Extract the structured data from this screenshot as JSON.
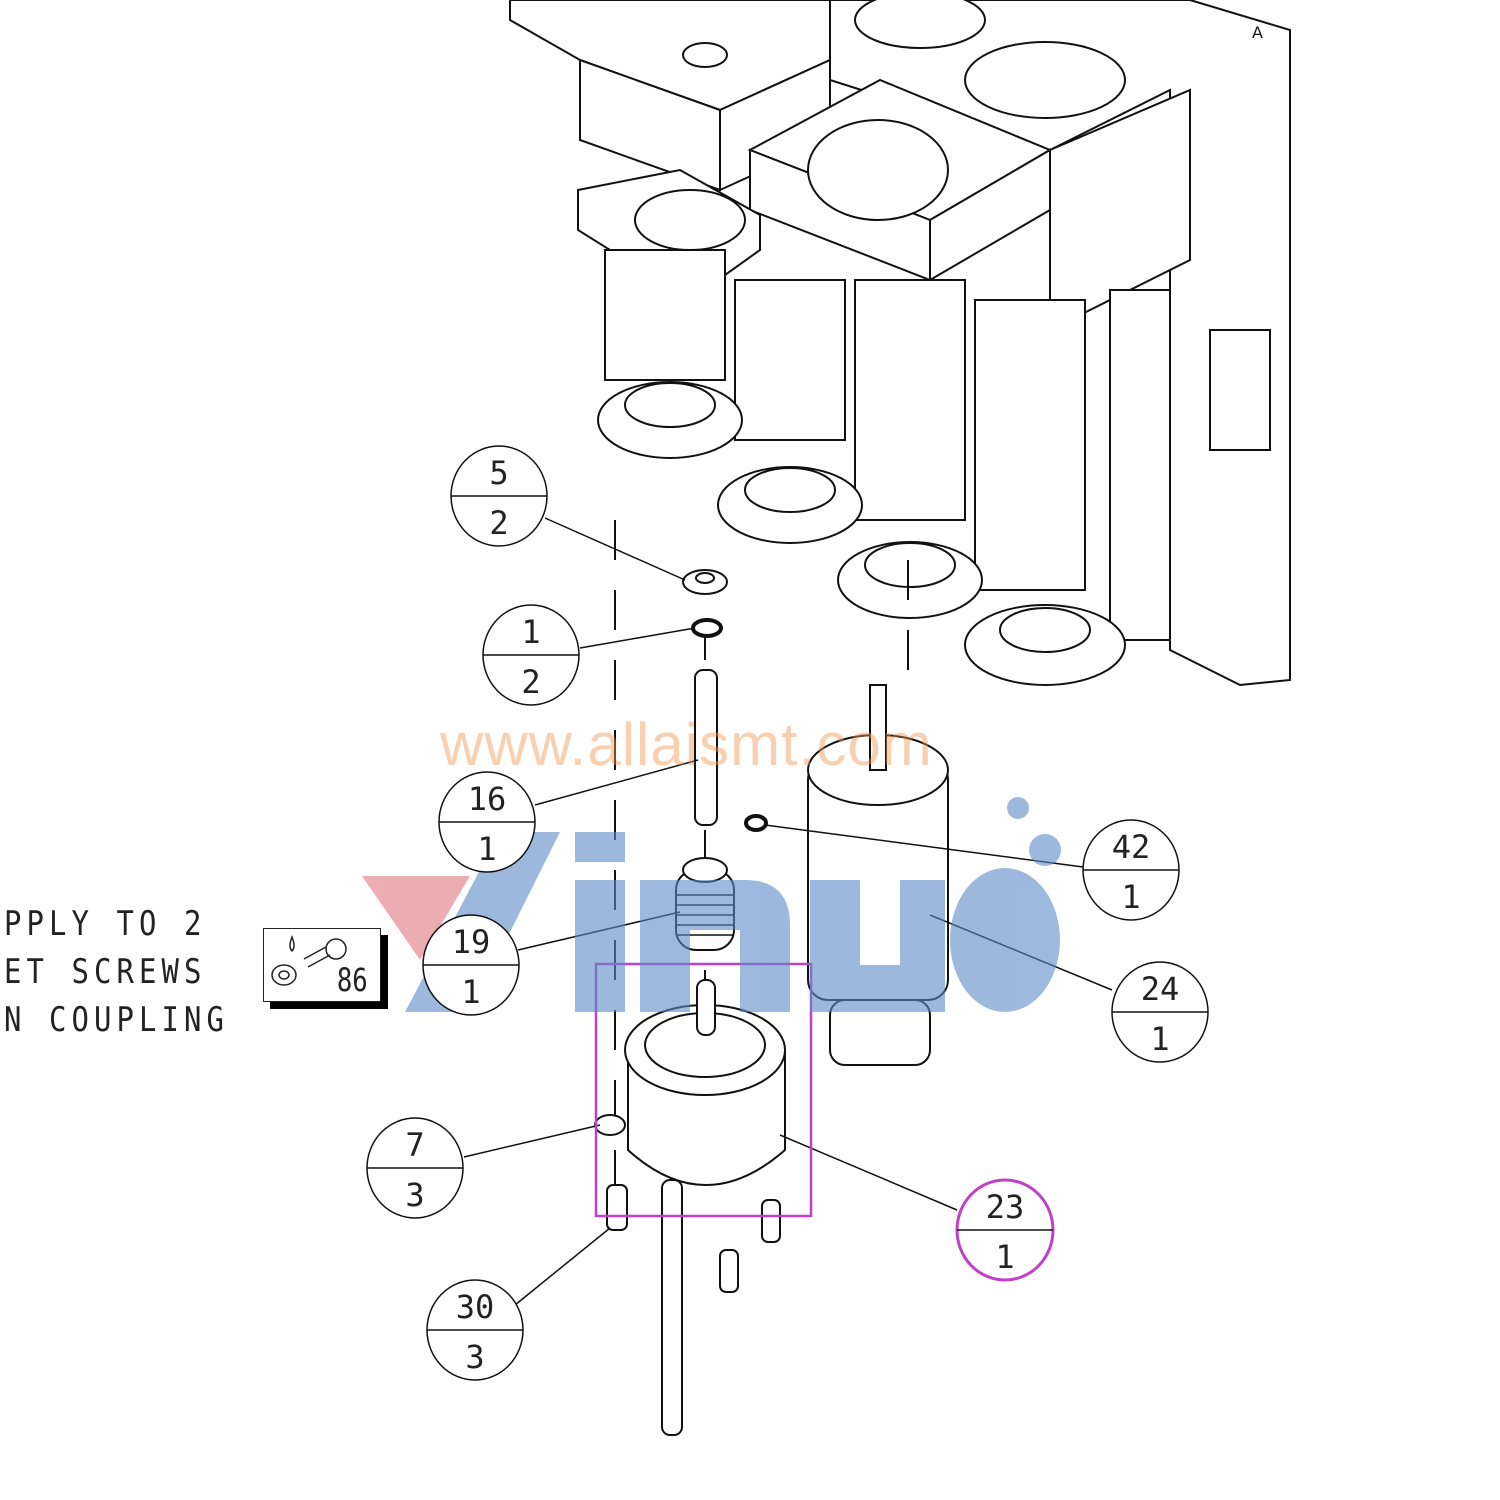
{
  "drawing": {
    "note_lines": [
      "PPLY TO 2",
      "ET SCREWS",
      "N COUPLING"
    ],
    "adhesive_symbol_label": "86",
    "corner_mark": "A",
    "balloons": [
      {
        "id": "b5",
        "item": "5",
        "qty": "2"
      },
      {
        "id": "b1",
        "item": "1",
        "qty": "2"
      },
      {
        "id": "b16",
        "item": "16",
        "qty": "1"
      },
      {
        "id": "b42",
        "item": "42",
        "qty": "1"
      },
      {
        "id": "b19",
        "item": "19",
        "qty": "1"
      },
      {
        "id": "b24",
        "item": "24",
        "qty": "1"
      },
      {
        "id": "b7",
        "item": "7",
        "qty": "3"
      },
      {
        "id": "b23",
        "item": "23",
        "qty": "1",
        "highlighted": true
      },
      {
        "id": "b30",
        "item": "30",
        "qty": "3"
      }
    ],
    "highlight_color": "#c040c8"
  },
  "watermark": {
    "text": "www.allaismt.com",
    "logo_text": "Yinuo",
    "logo_colors": {
      "blue": "#5b8cc8",
      "red": "#e07880"
    }
  }
}
